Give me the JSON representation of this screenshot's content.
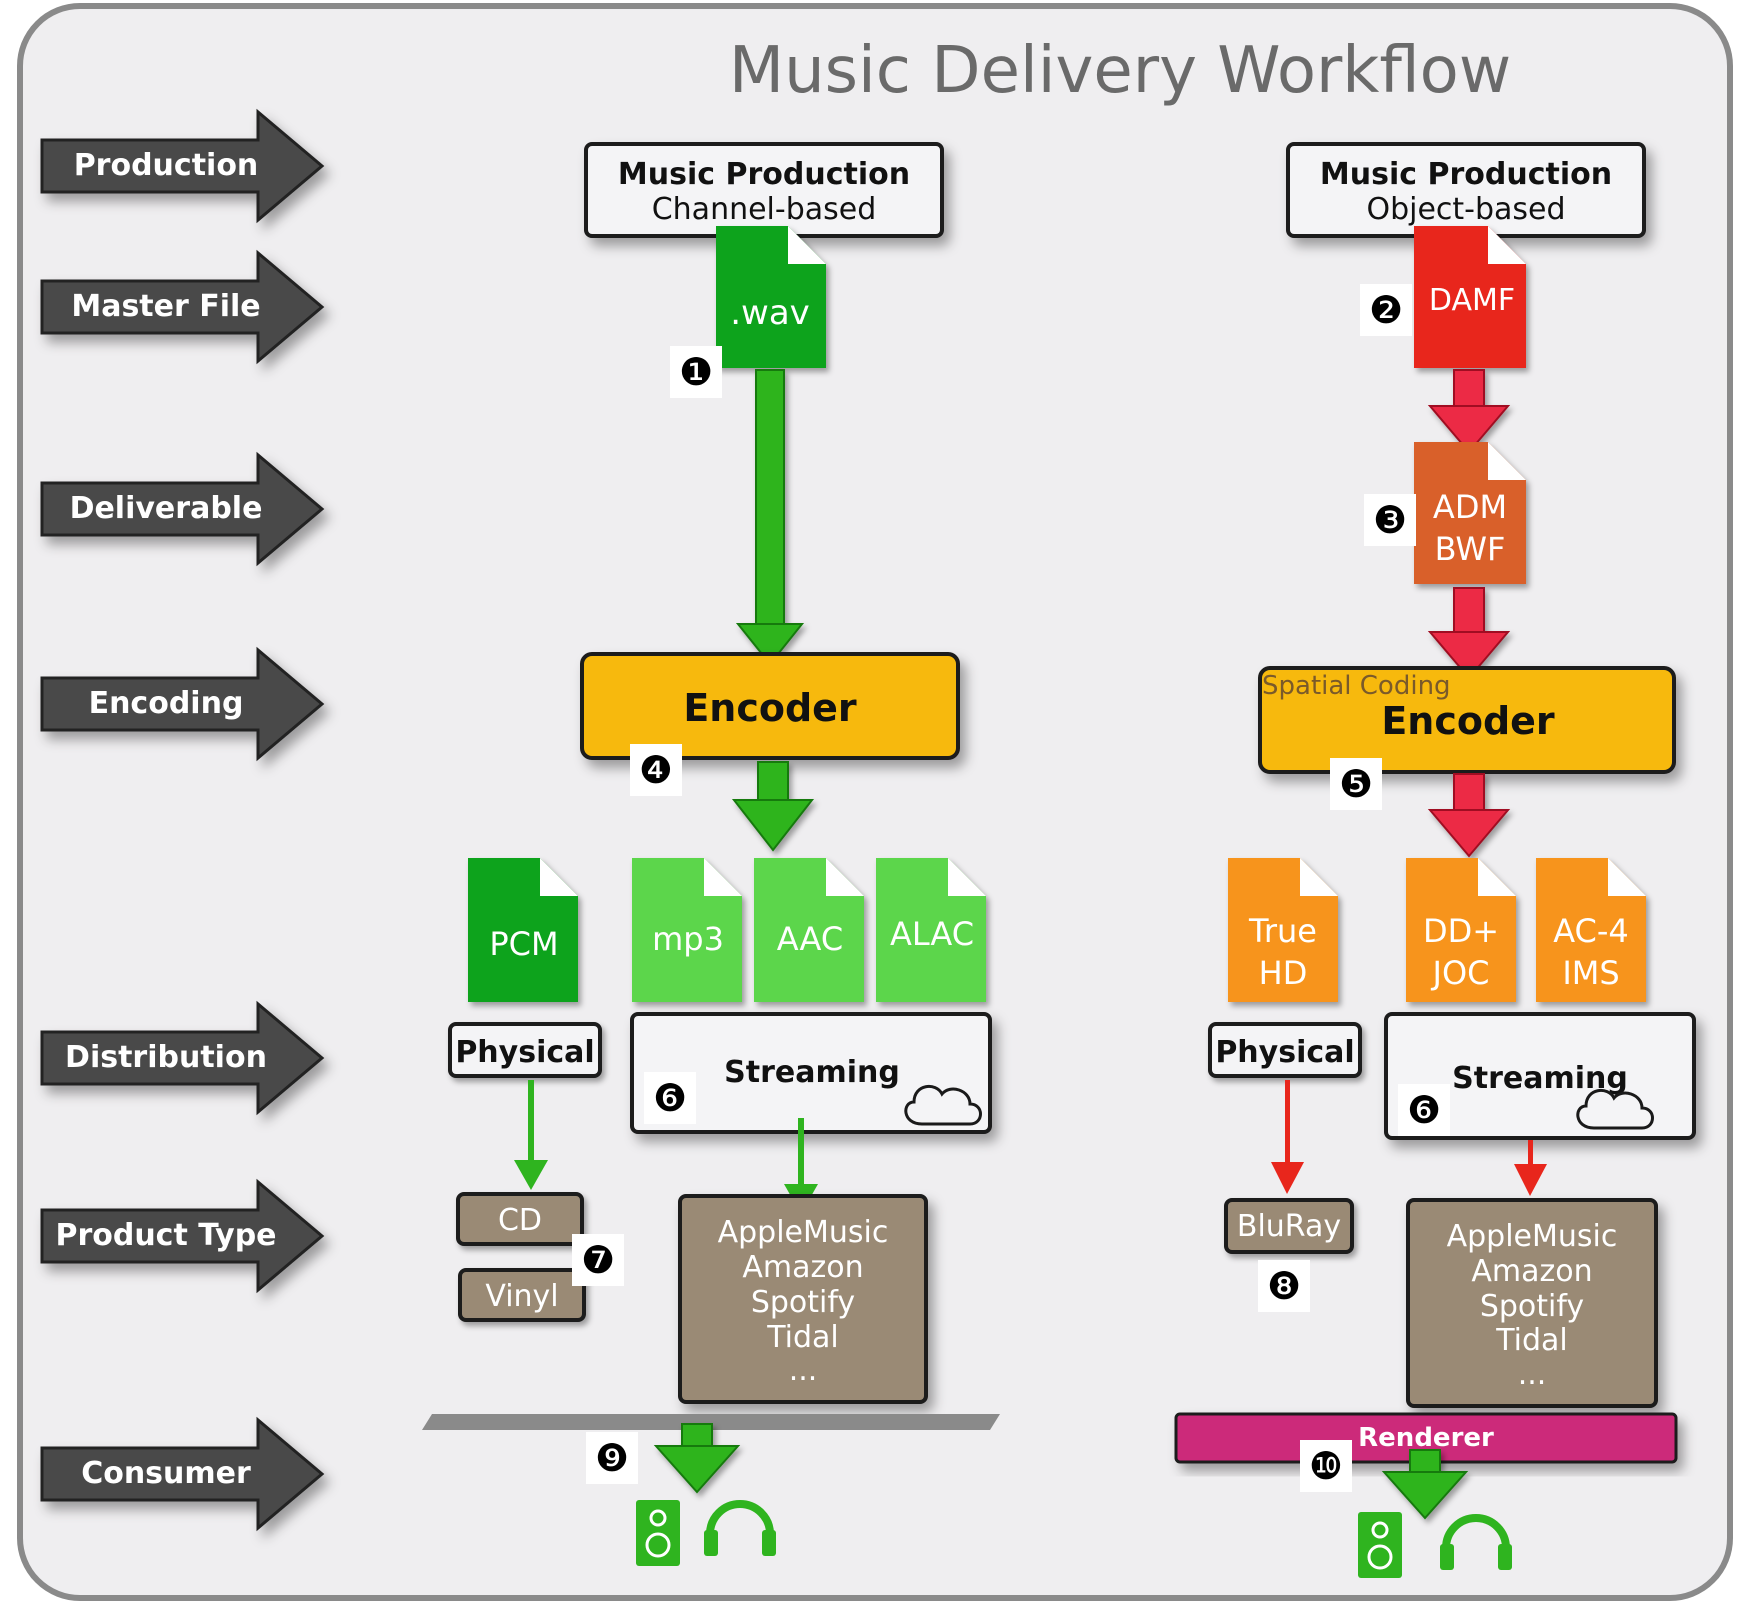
{
  "title": "Music Delivery Workflow",
  "stages": [
    "Production",
    "Master File",
    "Deliverable",
    "Encoding",
    "Distribution",
    "Product Type",
    "Consumer"
  ],
  "left": {
    "production_title": "Music Production",
    "production_sub": "Channel-based",
    "master_file": ".wav",
    "encoder": "Encoder",
    "formats": [
      "PCM",
      "mp3",
      "AAC",
      "ALAC"
    ],
    "physical": "Physical",
    "streaming": "Streaming",
    "products_physical": [
      "CD",
      "Vinyl"
    ],
    "services": [
      "AppleMusic",
      "Amazon",
      "Spotify",
      "Tidal",
      "..."
    ]
  },
  "right": {
    "production_title": "Music Production",
    "production_sub": "Object-based",
    "master_file": "DAMF",
    "deliverable_line1": "ADM",
    "deliverable_line2": "BWF",
    "encoder_note": "Spatial Coding",
    "encoder": "Encoder",
    "formats": [
      {
        "line1": "True",
        "line2": "HD"
      },
      {
        "line1": "DD+",
        "line2": "JOC"
      },
      {
        "line1": "AC-4",
        "line2": "IMS"
      }
    ],
    "physical": "Physical",
    "streaming": "Streaming",
    "products_physical": [
      "BluRay"
    ],
    "services": [
      "AppleMusic",
      "Amazon",
      "Spotify",
      "Tidal",
      "..."
    ],
    "renderer": "Renderer"
  },
  "badges": [
    "❶",
    "❷",
    "❸",
    "❹",
    "❺",
    "❻",
    "❻",
    "❼",
    "❽",
    "❾",
    "❿"
  ],
  "colors": {
    "stage_arrow": "#4a4a4a",
    "green_dark": "#0aa31a",
    "green_light": "#5cd64c",
    "red": "#e8261c",
    "orange_dark": "#d9602a",
    "orange": "#f7941d",
    "encoder": "#f7b90a",
    "brown": "#9a8a74",
    "renderer": "#cc2a7a",
    "flow_red": "#ec2a45",
    "frame_bg": "#efeef0"
  }
}
